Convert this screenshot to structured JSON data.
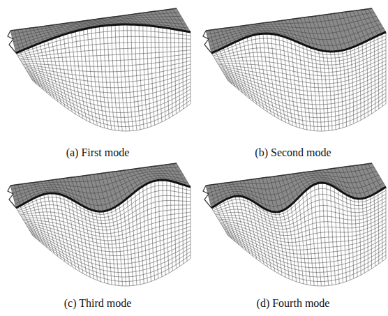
{
  "diagram": {
    "labels": [
      "(a) First mode",
      "(b) Second mode",
      "(c) Third mode",
      "(d) Fourth mode"
    ]
  }
}
